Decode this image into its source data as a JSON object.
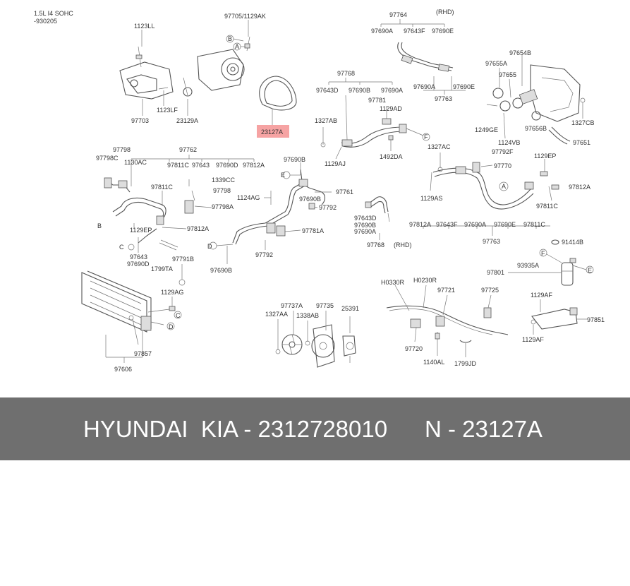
{
  "header": {
    "line1": "1.5L I4 SOHC",
    "line2": "-930205"
  },
  "labels": {
    "l_1123LL": "1123LL",
    "l_97705": "97705/1129AK",
    "l_97703": "97703",
    "l_1123LF": "1123LF",
    "l_23129A": "23129A",
    "l_23127A": "23127A",
    "l_97764": "97764",
    "l_rhd_top": "(RHD)",
    "l_97690A_t": "97690A",
    "l_97643F_t": "97643F",
    "l_97690E_t": "97690E",
    "l_97690A_t2": "97690A",
    "l_97690E_t2": "97690E",
    "l_97763_t": "97763",
    "l_97768_t": "97768",
    "l_97643D_t": "97643D",
    "l_97690B_t": "97690B",
    "l_97690A_t3": "97690A",
    "l_97781": "97781",
    "l_1129AD": "1129AD",
    "l_1327AB": "1327AB",
    "l_1129AJ": "1129AJ",
    "l_1492DA": "1492DA",
    "l_97654B": "97654B",
    "l_97655A": "97655A",
    "l_97655": "97655",
    "l_1249GE": "1249GE",
    "l_97656B": "97656B",
    "l_1327CB": "1327CB",
    "l_1124VB": "1124VB",
    "l_97651": "97651",
    "l_97792F": "97792F",
    "l_1327AC": "1327AC",
    "l_97770": "97770",
    "l_1129AS": "1129AS",
    "l_1129EP_r": "1129EP",
    "l_97812A_r": "97812A",
    "l_97811C_r": "97811C",
    "l_97812A_m": "97812A",
    "l_97643F_m": "97643F",
    "l_97690A_m": "97690A",
    "l_97690E_m": "97690E",
    "l_97811C_m": "97811C",
    "l_97763_m": "97763",
    "l_91414B": "91414B",
    "l_97801": "97801",
    "l_93935A": "93935A",
    "l_97798": "97798",
    "l_97798C": "97798C",
    "l_1130AC": "1130AC",
    "l_97762": "97762",
    "l_97811C_l": "97811C",
    "l_97643_l": "97643",
    "l_97690D_l": "97690D",
    "l_97812A_l": "97812A",
    "l_1339CC": "1339CC",
    "l_97798_l2": "97798",
    "l_97798A": "97798A",
    "l_97811C_l2": "97811C",
    "l_1129EP_l": "1129EP",
    "l_97812A_l2": "97812A",
    "l_97643_l2": "97643",
    "l_97690D_l2": "97690D",
    "l_1799TA": "1799TA",
    "l_97791B": "97791B",
    "l_97690B_m": "97690B",
    "l_97761": "97761",
    "l_1124AG": "1124AG",
    "l_97690B_m2": "97690B",
    "l_97792_m": "97792",
    "l_97781A": "97781A",
    "l_97792_m2": "97792",
    "l_97690B_m3": "97690B",
    "l_97643D_b": "97643D",
    "l_97690B_b": "97690B",
    "l_97690A_b": "97690A",
    "l_97768_b": "97768",
    "l_rhd_b": "(RHD)",
    "l_1129AG": "1129AG",
    "l_97857": "97857",
    "l_97606": "97606",
    "l_97737A": "97737A",
    "l_97735": "97735",
    "l_25391": "25391",
    "l_1327AA": "1327AA",
    "l_1338AB": "1338AB",
    "l_H0330R": "H0330R",
    "l_H0230R": "H0230R",
    "l_97721": "97721",
    "l_97725": "97725",
    "l_97720": "97720",
    "l_1140AL": "1140AL",
    "l_1799JD": "1799JD",
    "l_1129AF": "1129AF",
    "l_97851": "97851",
    "l_1129AF_2": "1129AF"
  },
  "refs": {
    "B": "B",
    "A": "A",
    "E": "E",
    "F": "F",
    "C": "C",
    "D": "D"
  },
  "highlight_color": "#f6a3a3",
  "footer": {
    "brand": "HYUNDAI  KIA - 2312728010",
    "alt": "N - 23127A"
  }
}
